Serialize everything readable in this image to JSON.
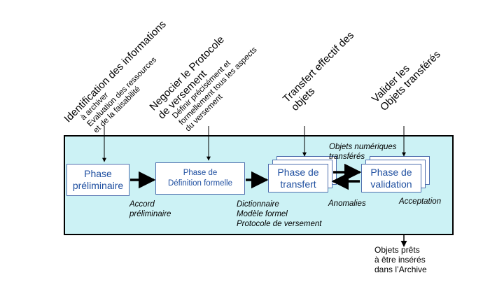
{
  "annotations": [
    {
      "title": "Identification des informations",
      "lines": [
        "à archiver",
        "Evaluation des ressources",
        "et de la faisabilité"
      ]
    },
    {
      "title_lines": [
        "Negocier le Protocole",
        "de versement"
      ],
      "lines": [
        "Définir précisément et",
        "formellement tous les aspects",
        "du versement"
      ]
    },
    {
      "title_lines": [
        "Transfert effectif des",
        "objets"
      ]
    },
    {
      "title_lines": [
        "Valider les",
        "Objets transférés"
      ]
    }
  ],
  "phases": {
    "preliminaire": [
      "Phase",
      "préliminaire"
    ],
    "definition": [
      "Phase de",
      "Définition formelle"
    ],
    "transfert": [
      "Phase de",
      "transfert"
    ],
    "validation": [
      "Phase de",
      "validation"
    ]
  },
  "labels": {
    "accord": [
      "Accord",
      "préliminaire"
    ],
    "dictionnaire": [
      "Dictionnaire",
      "Modèle formel",
      "Protocole de versement"
    ],
    "objets_numeriques": [
      "Objets numériques",
      "transférés"
    ],
    "anomalies": "Anomalies",
    "acceptation": "Acceptation"
  },
  "output_text": [
    "Objets prêts",
    "à être insérés",
    "dans l’Archive"
  ]
}
